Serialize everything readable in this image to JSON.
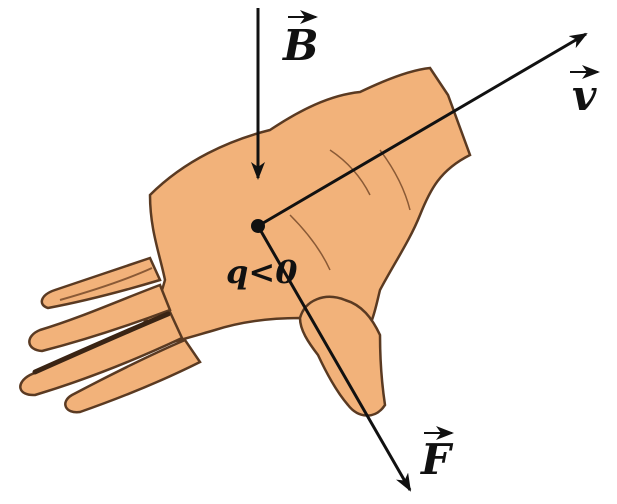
{
  "labels": {
    "field_B": "B",
    "velocity_v": "v",
    "force_F": "F",
    "charge": "q<0"
  },
  "colors": {
    "skin": "#f2b27a",
    "skin_shadow": "#d99a66",
    "outline": "#5a3a22",
    "vector": "#111111",
    "background": "#ffffff"
  }
}
